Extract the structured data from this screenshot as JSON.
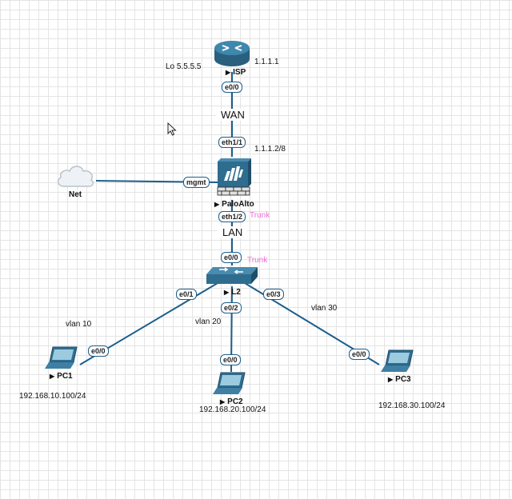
{
  "devices": {
    "isp": {
      "name": "ISP",
      "loopback": "Lo 5.5.5.5",
      "ip": "1.1.1.1"
    },
    "paloalto": {
      "name": "PaloAlto",
      "ip": "1.1.1.2/8"
    },
    "net": {
      "name": "Net"
    },
    "l2": {
      "name": "L2"
    },
    "pc1": {
      "name": "PC1",
      "ip": "192.168.10.100/24",
      "vlan": "vlan 10"
    },
    "pc2": {
      "name": "PC2",
      "ip": "192.168.20.100/24",
      "vlan": "vlan 20"
    },
    "pc3": {
      "name": "PC3",
      "ip": "192.168.30.100/24",
      "vlan": "vlan 30"
    }
  },
  "links": {
    "wan_label": "WAN",
    "lan_label": "LAN",
    "trunk_label": "Trunk"
  },
  "ports": {
    "isp_e00": "e0/0",
    "pa_eth11": "eth1/1",
    "pa_mgmt": "mgmt",
    "pa_eth12": "eth1/2",
    "l2_e00": "e0/0",
    "l2_e01": "e0/1",
    "l2_e02": "e0/2",
    "l2_e03": "e0/3",
    "pc1_e00": "e0/0",
    "pc2_e00": "e0/0",
    "pc3_e00": "e0/0"
  },
  "icons": {
    "router": "router-icon",
    "firewall": "firewall-icon",
    "cloud": "cloud-icon",
    "switch": "switch-icon",
    "laptop": "laptop-icon",
    "cursor": "mouse-cursor-icon"
  },
  "colors": {
    "link": "#1b5e8c",
    "trunk": "#e86fd6",
    "device": "#2f6d8f"
  }
}
